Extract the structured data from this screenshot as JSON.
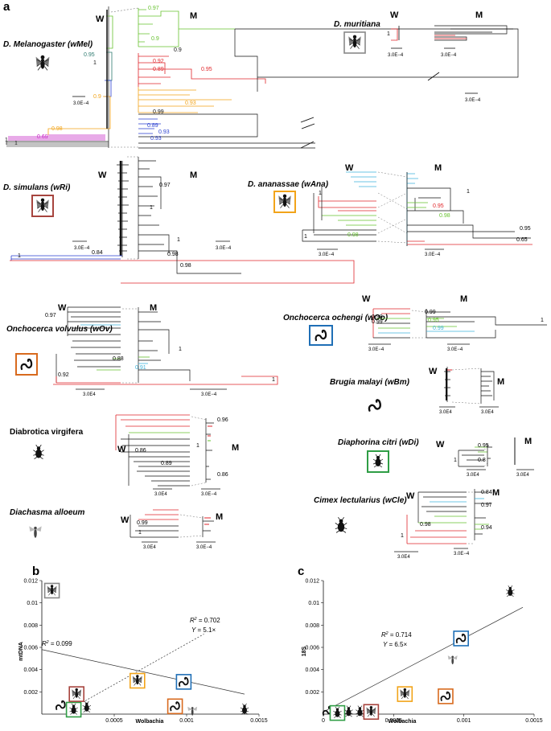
{
  "panel_labels": {
    "a": "a",
    "b": "b",
    "c": "c"
  },
  "tree_letters": {
    "W": "W",
    "M": "M"
  },
  "taxa": {
    "mel": "D. Melanogaster (wMel)",
    "mau": "D. muritiana",
    "sim": "D. simulans (wRi)",
    "ana": "D. ananassae (wAna)",
    "ovo": "Onchocerca volvulus (wOv)",
    "och": "Onchocerca ochengi (wOo)",
    "bma": "Brugia malayi (wBm)",
    "dvi": "Diabrotica virgifera",
    "dci": "Diaphorina citri (wDi)",
    "dal": "Diachasma alloeum",
    "cle": "Cimex lectularius (wCle)"
  },
  "scale_labels": {
    "e4": "3.0E−4",
    "e4plain": "3.0E4"
  },
  "support": {
    "mel": [
      "0.97",
      "0.9",
      "0.95",
      "1",
      "0.9",
      "0.92",
      "0.89",
      "0.95",
      "0.93",
      "0.9",
      "0.98",
      "0.99",
      "0.89",
      "0.93",
      "0.93",
      "0.69",
      "1",
      "1"
    ],
    "sim": [
      "0.97",
      "1",
      "0.84",
      "1",
      "1",
      "0.98",
      "0.98"
    ],
    "ana": [
      "1",
      "0.98",
      "0.95",
      "1",
      "1",
      "0.98",
      "0.95",
      "0.65"
    ],
    "ovo": [
      "0.97",
      "0.88",
      "0.91",
      "0.92",
      "1",
      "1"
    ],
    "och": [
      "0.99",
      "0.98",
      "0.99",
      "0.95",
      "0.99",
      "1"
    ],
    "dvi": [
      "0.96",
      "0.86",
      "0.89",
      "0.86",
      "1"
    ],
    "dci": [
      "0.95",
      "0.8",
      "1"
    ],
    "dal": [
      "0.99",
      "1"
    ],
    "cle": [
      "0.84",
      "0.97",
      "0.98",
      "0.94",
      "1"
    ]
  },
  "colors": {
    "green": "#66c22e",
    "red": "#e0262b",
    "orange": "#f2a41a",
    "blue": "#2a3fcf",
    "magenta": "#c41fc4",
    "cyan": "#3fb4dc",
    "teal": "#2f7b70"
  },
  "chart_data": [
    {
      "type": "scatter",
      "panel": "b",
      "xlabel": "Wolbachia",
      "ylabel": "mtDNA",
      "xlim": [
        0,
        0.0015
      ],
      "ylim": [
        0,
        0.012
      ],
      "xticks": [
        "0.0005",
        "0.001",
        "0.0015"
      ],
      "yticks": [
        "0.002",
        "0.004",
        "0.006",
        "0.008",
        "0.01",
        "0.012"
      ],
      "annotations": {
        "r2_a": "0.099",
        "r2_b": "0.702",
        "eq_b": "5.1×",
        "r_prefix": "R",
        "y_prefix": "Y"
      },
      "points": [
        {
          "x": 7e-05,
          "y": 0.0111,
          "icon": "fly-grey-icon"
        },
        {
          "x": 0.00013,
          "y": 0.0008,
          "icon": "worm-icon"
        },
        {
          "x": 0.00022,
          "y": 0.0004,
          "icon": "psyllid-green-icon"
        },
        {
          "x": 0.00024,
          "y": 0.0018,
          "icon": "fly-red-icon"
        },
        {
          "x": 0.00031,
          "y": 0.0006,
          "icon": "beetle-icon"
        },
        {
          "x": 0.00066,
          "y": 0.003,
          "icon": "fly-orange-icon"
        },
        {
          "x": 0.00092,
          "y": 0.0007,
          "icon": "worm-orange-icon"
        },
        {
          "x": 0.00098,
          "y": 0.0029,
          "icon": "worm-blue-icon"
        },
        {
          "x": 0.00104,
          "y": 0.0003,
          "icon": "wasp-icon"
        },
        {
          "x": 0.0014,
          "y": 0.0004,
          "icon": "bug-icon"
        }
      ],
      "fits": [
        {
          "from": [
            0,
            0.0058
          ],
          "to": [
            0.0014,
            0.0018
          ],
          "style": "solid"
        },
        {
          "from": [
            0.0003,
            0.0012
          ],
          "to": [
            0.00112,
            0.0072
          ],
          "style": "dotted"
        }
      ]
    },
    {
      "type": "scatter",
      "panel": "c",
      "xlabel": "Wolbachia",
      "ylabel": "18S",
      "xlim": [
        0,
        0.0015
      ],
      "ylim": [
        0,
        0.012
      ],
      "xticks": [
        "0",
        "0.0005",
        "0.001",
        "0.0015"
      ],
      "yticks": [
        "0.002",
        "0.004",
        "0.006",
        "0.008",
        "0.01",
        "0.012"
      ],
      "annotations": {
        "r2": "0.714",
        "eq": "6.5×",
        "r_prefix": "R",
        "y_prefix": "Y"
      },
      "points": [
        {
          "x": 3e-05,
          "y": 0.0003,
          "icon": "worm-icon"
        },
        {
          "x": 0.0001,
          "y": 0.0001,
          "icon": "psyllid-green-icon"
        },
        {
          "x": 0.00018,
          "y": 0.0002,
          "icon": "bug-icon"
        },
        {
          "x": 0.00026,
          "y": 0.0002,
          "icon": "beetle-icon"
        },
        {
          "x": 0.00034,
          "y": 0.0002,
          "icon": "fly-red-icon"
        },
        {
          "x": 0.00058,
          "y": 0.0018,
          "icon": "fly-orange-icon"
        },
        {
          "x": 0.00087,
          "y": 0.0016,
          "icon": "worm-orange-icon"
        },
        {
          "x": 0.00092,
          "y": 0.0049,
          "icon": "wasp-icon"
        },
        {
          "x": 0.00098,
          "y": 0.0068,
          "icon": "worm-blue-icon"
        },
        {
          "x": 0.00133,
          "y": 0.011,
          "icon": "beetle-icon"
        }
      ],
      "fits": [
        {
          "from": [
            0,
            0.0002
          ],
          "to": [
            0.00142,
            0.0096
          ],
          "style": "solid"
        }
      ]
    }
  ]
}
